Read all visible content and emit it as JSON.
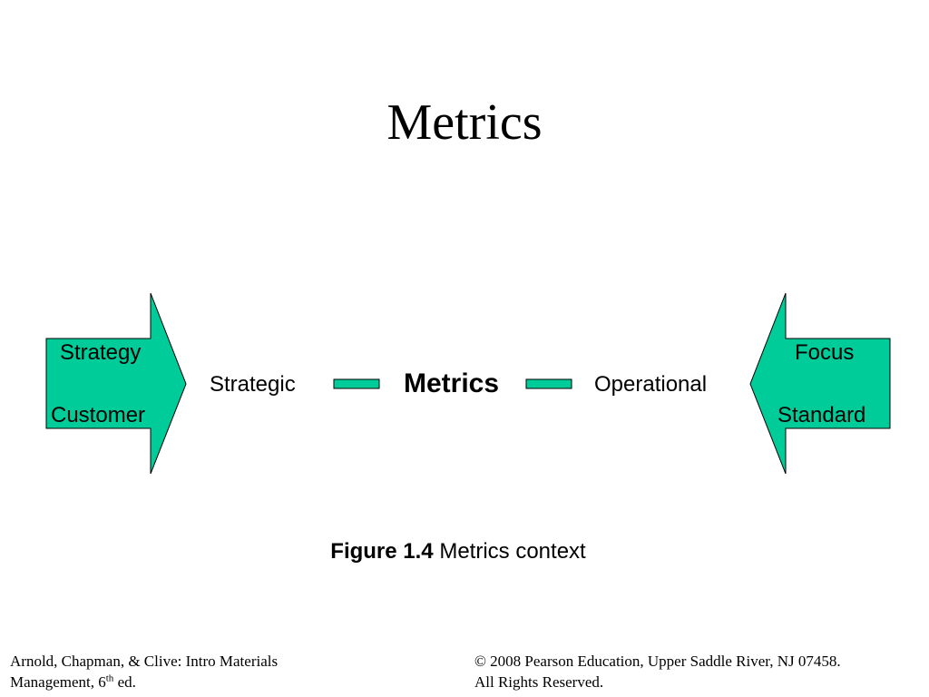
{
  "slide": {
    "title": "Metrics"
  },
  "diagram": {
    "left_arrow": {
      "label_top": "Strategy",
      "label_bottom": "Customer"
    },
    "right_arrow": {
      "label_top": "Focus",
      "label_bottom": "Standard"
    },
    "left_term": "Strategic",
    "center_term": "Metrics",
    "right_term": "Operational",
    "fill_color": "#00cc99"
  },
  "caption": {
    "figure_label": "Figure 1.4",
    "text": "Metrics context"
  },
  "footer": {
    "left_line1": "Arnold, Chapman, & Clive: Intro Materials",
    "left_line2_pre": "Management, 6",
    "left_line2_sup": "th",
    "left_line2_post": " ed.",
    "right_line1": "© 2008 Pearson Education, Upper Saddle River, NJ 07458.",
    "right_line2": "All Rights Reserved."
  }
}
